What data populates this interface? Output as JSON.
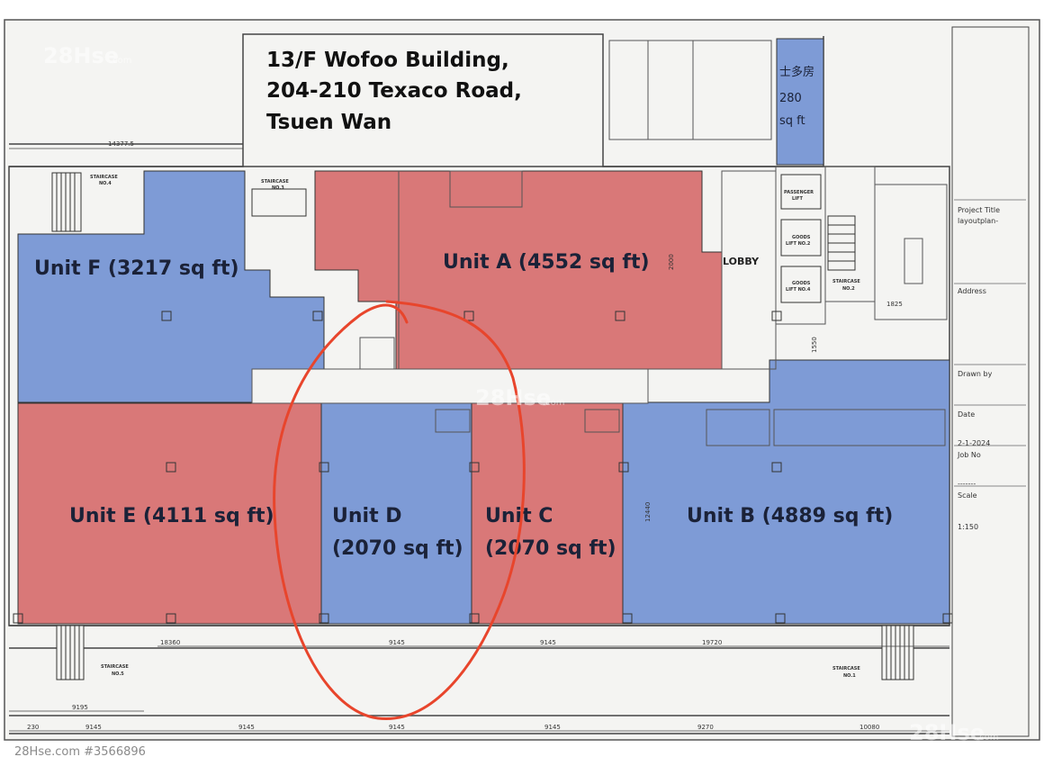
{
  "title": {
    "line1": "13/F Wofoo Building,",
    "line2": "204-210 Texaco Road,",
    "line3": "Tsuen Wan"
  },
  "units": {
    "a": "Unit A (4552 sq ft)",
    "b": "Unit B (4889 sq ft)",
    "c_line1": "Unit C",
    "c_line2": "(2070 sq ft)",
    "d_line1": "Unit D",
    "d_line2": "(2070 sq ft)",
    "e": "Unit E (4111 sq ft)",
    "f": "Unit F (3217 sq ft)"
  },
  "store_room": {
    "name": "士多房",
    "size": "280",
    "unit": "sq ft"
  },
  "lobby": "LOBBY",
  "staircases": {
    "no1": [
      "STAIRCASE",
      "NO.1"
    ],
    "no2": [
      "STAIRCASE",
      "NO.2"
    ],
    "no3": [
      "STAIRCASE",
      "NO.3"
    ],
    "no4": [
      "STAIRCASE",
      "NO.4"
    ],
    "no5": [
      "STAIRCASE",
      "NO.5"
    ]
  },
  "lifts": {
    "passenger": [
      "PASSENGER",
      "LIFT"
    ],
    "goods2": [
      "GOODS",
      "LIFT NO.2"
    ],
    "goods4": [
      "GOODS",
      "LIFT NO.4"
    ]
  },
  "dimensions": {
    "top_width": "14377.5",
    "bottom_left": "18360",
    "d_width": "9145",
    "c_width": "9145",
    "b_width": "19720",
    "b_height": "12440",
    "bottom_row": [
      "230",
      "9145",
      "9145",
      "9145",
      "9145",
      "9270",
      "10080"
    ],
    "lower_left": "9195",
    "misc_a": "2000",
    "misc_b": "1825",
    "misc_c": "1550"
  },
  "title_block": {
    "project_title": "Project Title",
    "project_value": "layoutplan-",
    "address": "Address",
    "drawn_by": "Drawn by",
    "date": "Date",
    "date_value": "2-1-2024",
    "job_no": "Job No",
    "job_value": "-------",
    "scale": "Scale",
    "scale_value": "1:150"
  },
  "watermark": {
    "brand": "28Hse",
    "domain": ".com"
  },
  "footer": "28Hse.com #3566896",
  "colors": {
    "red_unit": "#d97878",
    "blue_unit": "#7e9bd6",
    "circle": "#e8452c"
  }
}
